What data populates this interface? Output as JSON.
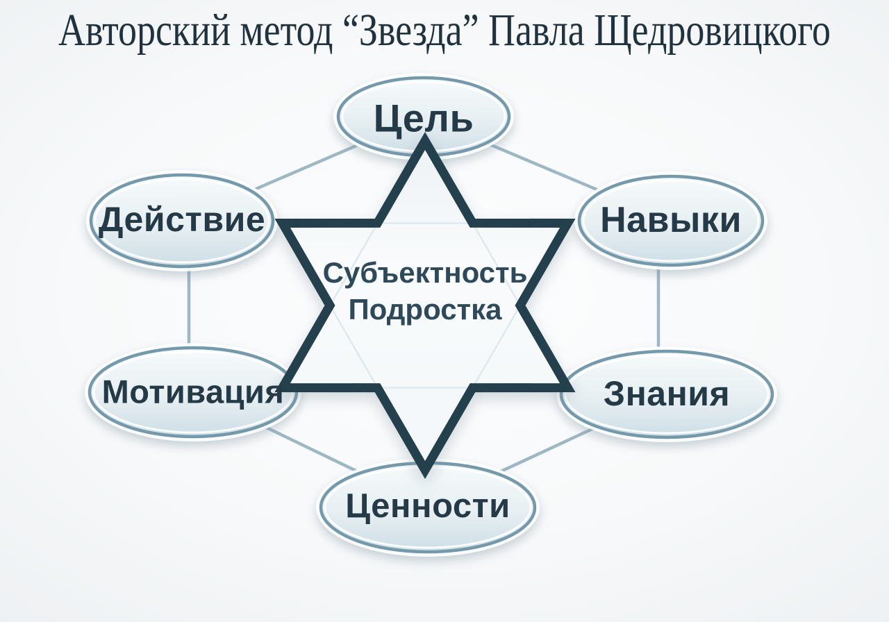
{
  "title": "Авторский метод “Звезда” Павла Щедровицкого",
  "star": {
    "center_label_line1": "Субъектность",
    "center_label_line2": "Подростка"
  },
  "nodes": [
    {
      "id": "goal",
      "label": "Цель",
      "position": "top"
    },
    {
      "id": "action",
      "label": "Действие",
      "position": "upper-left"
    },
    {
      "id": "skills",
      "label": "Навыки",
      "position": "upper-right"
    },
    {
      "id": "motivation",
      "label": "Мотивация",
      "position": "lower-left"
    },
    {
      "id": "knowledge",
      "label": "Знания",
      "position": "lower-right"
    },
    {
      "id": "values",
      "label": "Ценности",
      "position": "bottom"
    }
  ],
  "colors": {
    "background": "#f5f7f8",
    "title_text": "#1f323d",
    "star_outline": "#25404d",
    "star_fill": "#f7fafb",
    "node_fill_top": "#f6fafb",
    "node_fill_bottom": "#cddee6",
    "node_border": "#7499ab",
    "node_text": "#253a47",
    "center_text": "#2e4a5a",
    "connector": "#9db8c4"
  }
}
